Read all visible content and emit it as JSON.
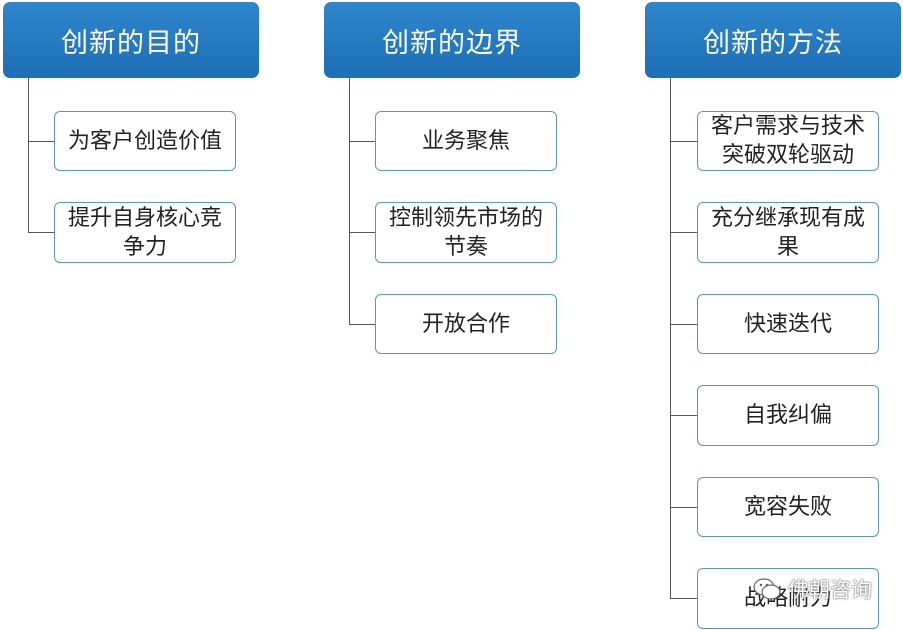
{
  "columns": [
    {
      "title": "创新的目的",
      "items": [
        "为客户创造价值",
        "提升自身核心竞争力"
      ]
    },
    {
      "title": "创新的边界",
      "items": [
        "业务聚焦",
        "控制领先市场的节奏",
        "开放合作"
      ]
    },
    {
      "title": "创新的方法",
      "items": [
        "客户需求与技术突破双轮驱动",
        "充分继承现有成果",
        "快速迭代",
        "自我纠偏",
        "宽容失败",
        "战略耐力"
      ]
    }
  ],
  "watermark": {
    "text": "佛朝咨询",
    "icon": "wechat-icon"
  },
  "colors": {
    "header": "#1f72b8",
    "box_border": "#5a95c4",
    "connector": "#555555"
  }
}
